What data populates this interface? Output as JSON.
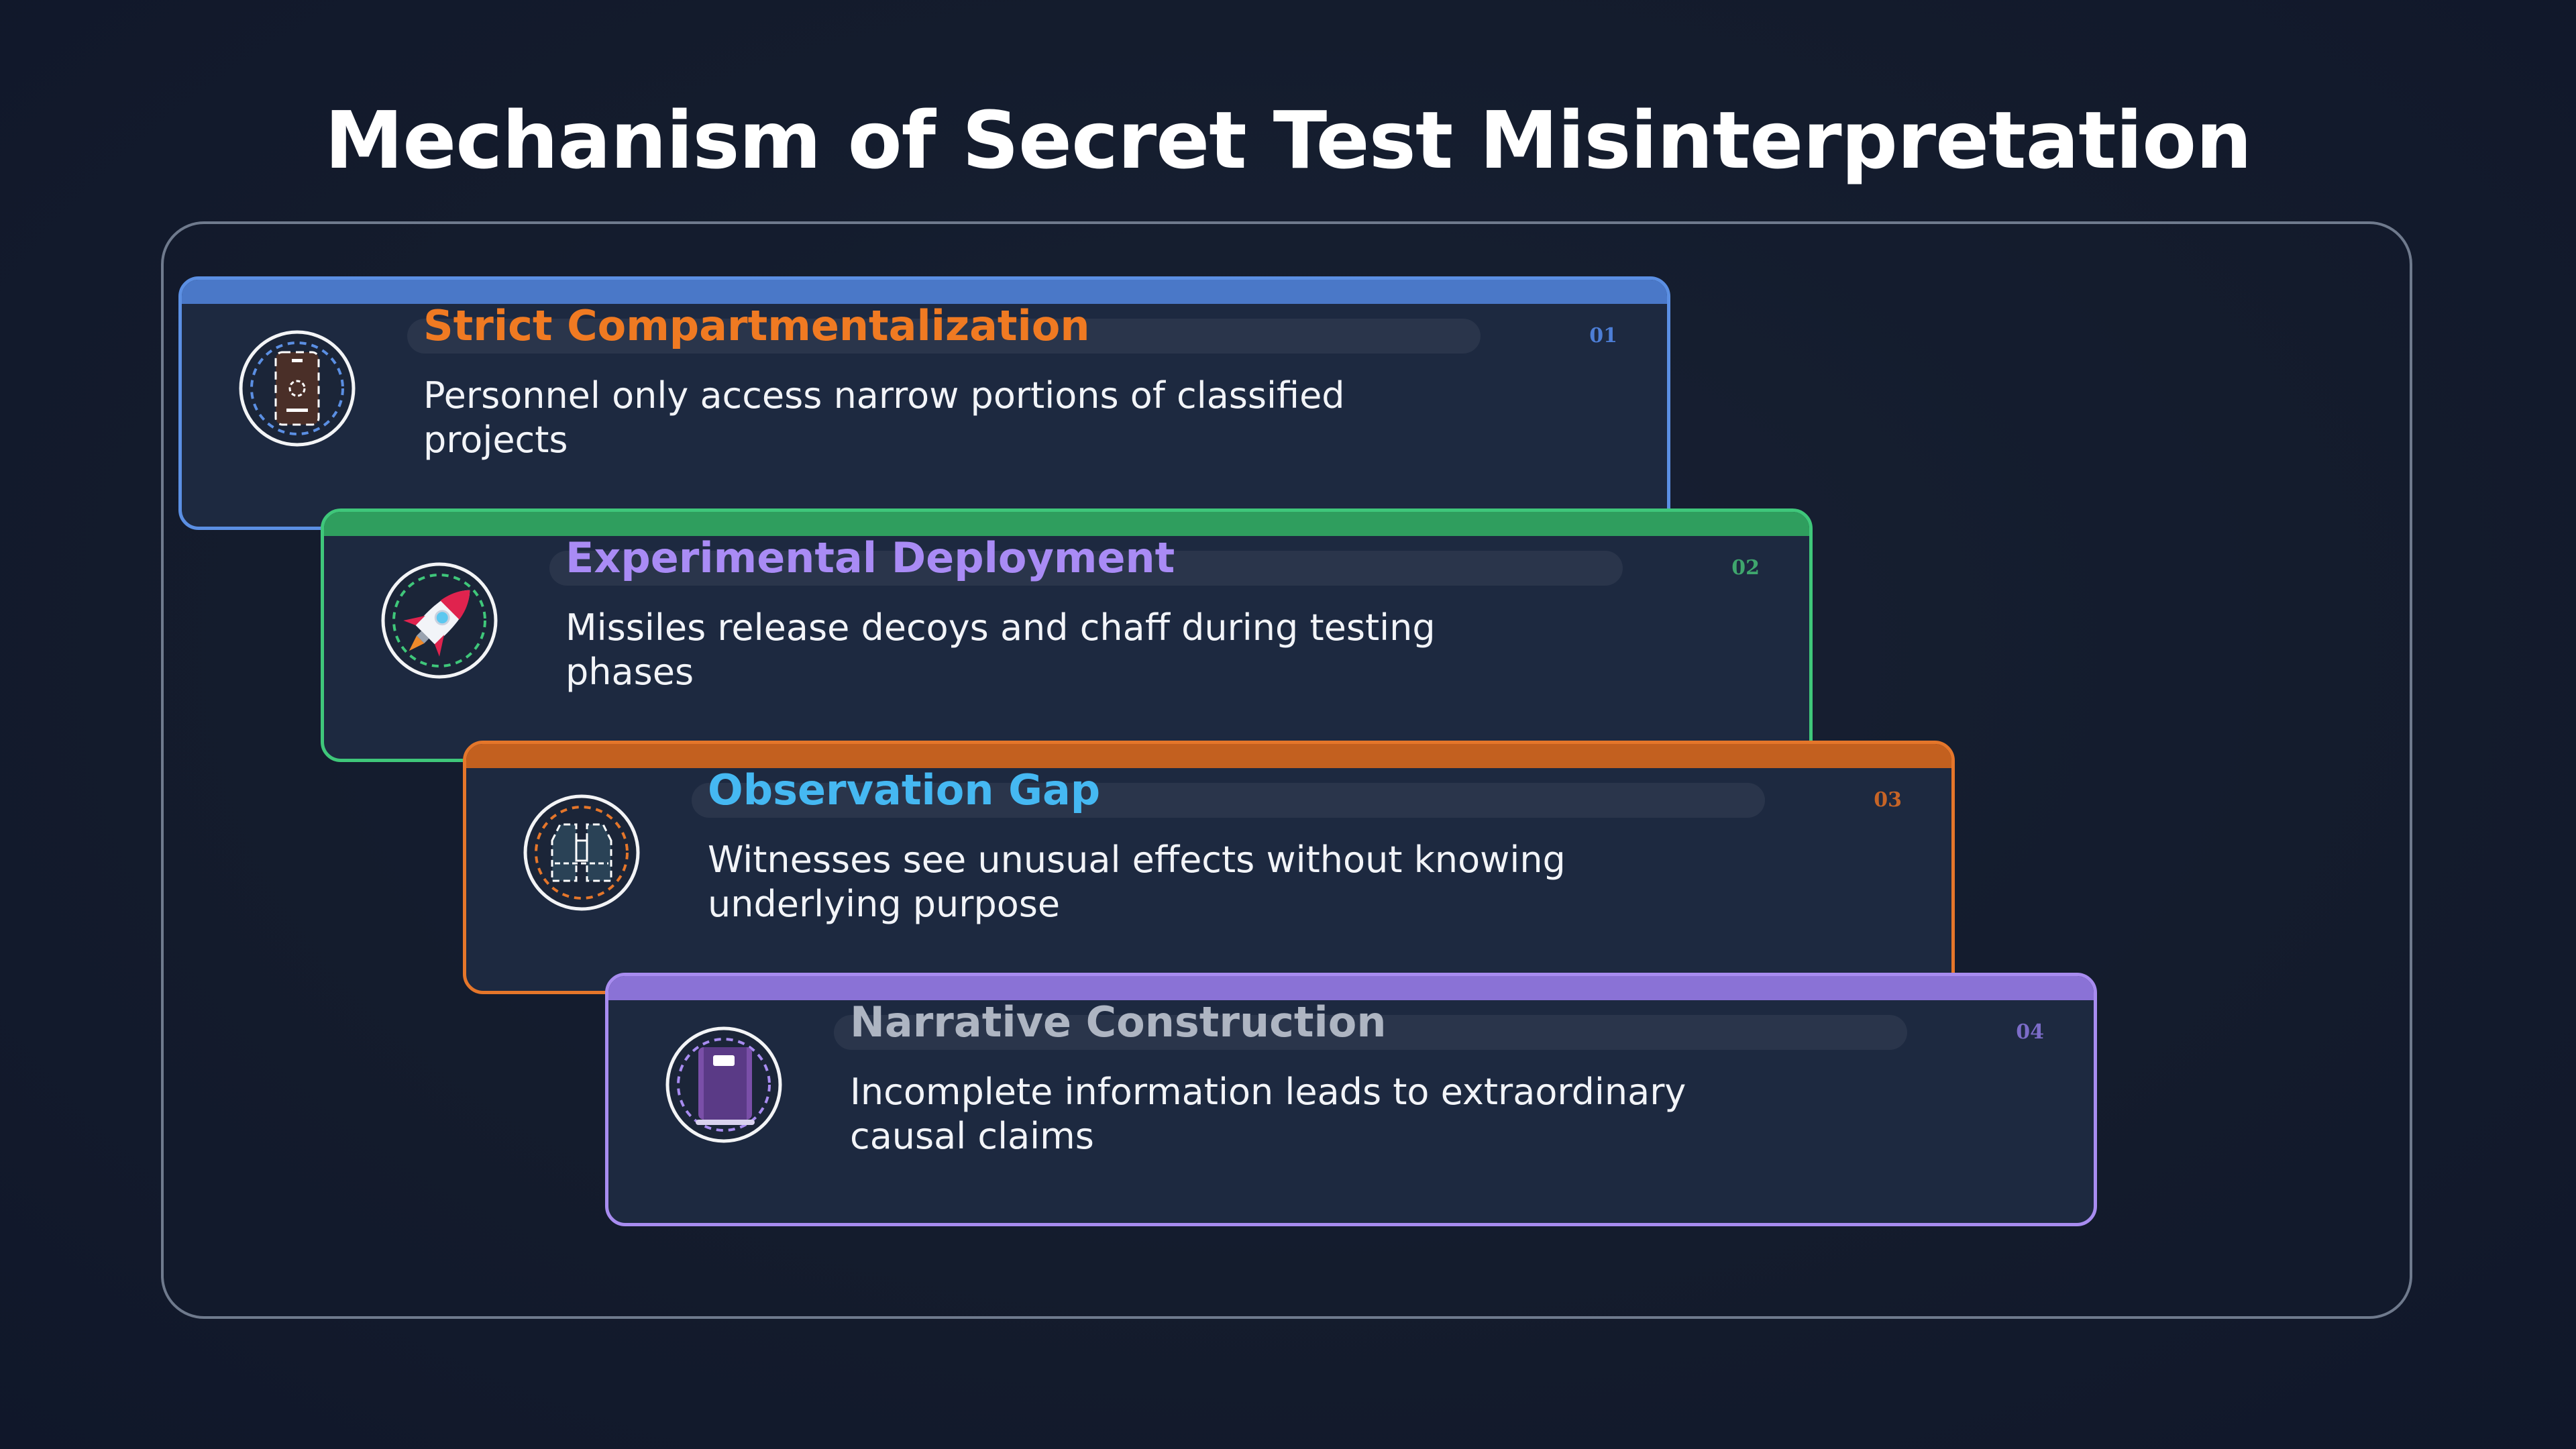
{
  "title": "Mechanism of Secret Test Misinterpretation",
  "steps": [
    {
      "number": "01",
      "heading": "Strict Compartmentalization",
      "text": "Personnel only access narrow portions of classified projects",
      "icon": "id-badge-icon",
      "accent": "#5b8fe3",
      "heading_color": "#f07a22"
    },
    {
      "number": "02",
      "heading": "Experimental Deployment",
      "text": "Missiles release decoys and chaff during testing phases",
      "icon": "rocket-icon",
      "accent": "#3fc77a",
      "heading_color": "#a98bf5"
    },
    {
      "number": "03",
      "heading": "Observation Gap",
      "text": "Witnesses see unusual effects without knowing underlying purpose",
      "icon": "binoculars-icon",
      "accent": "#e5762a",
      "heading_color": "#45b8f2"
    },
    {
      "number": "04",
      "heading": "Narrative Construction",
      "text": "Incomplete information leads to extraordinary causal claims",
      "icon": "notebook-icon",
      "accent": "#a88cf0",
      "heading_color": "#aeb5c2"
    }
  ]
}
